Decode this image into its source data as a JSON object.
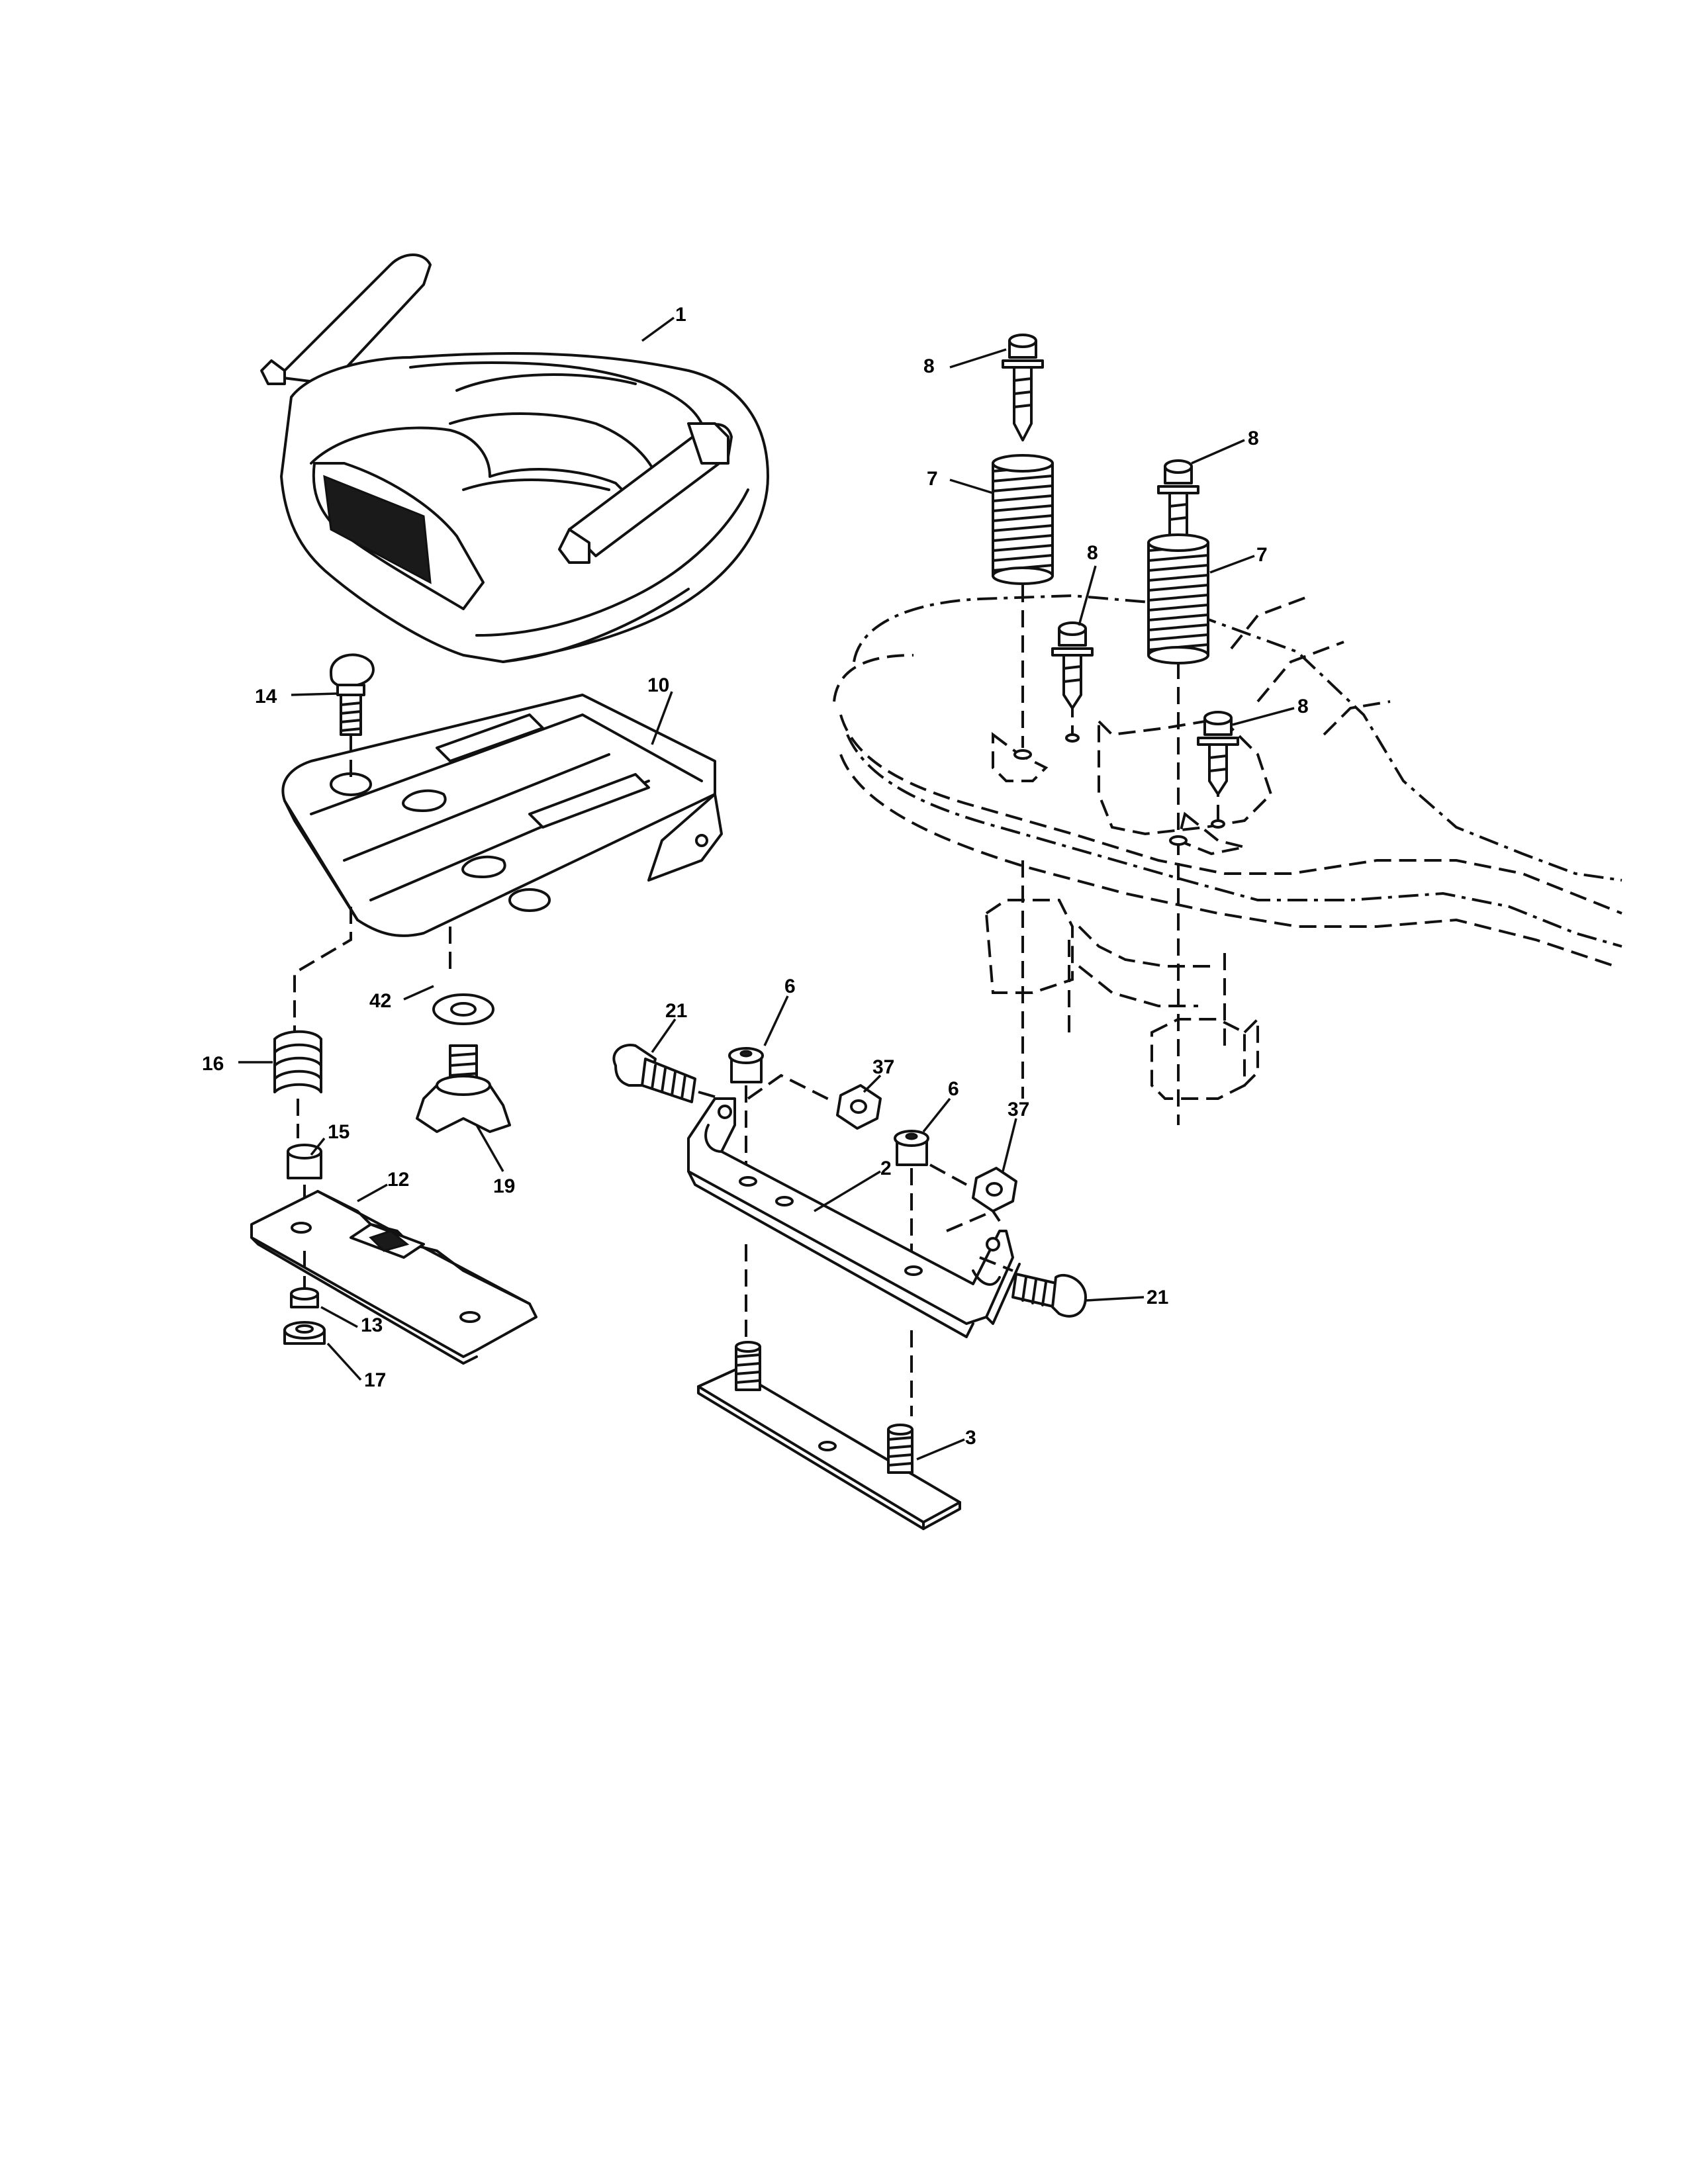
{
  "callouts": {
    "c1": "1",
    "c2": "2",
    "c3": "3",
    "c6a": "6",
    "c6b": "6",
    "c7a": "7",
    "c7b": "7",
    "c8a": "8",
    "c8b": "8",
    "c8c": "8",
    "c8d": "8",
    "c10": "10",
    "c12": "12",
    "c13": "13",
    "c14": "14",
    "c15": "15",
    "c16": "16",
    "c17": "17",
    "c19": "19",
    "c21a": "21",
    "c21b": "21",
    "c37a": "37",
    "c37b": "37",
    "c42": "42"
  }
}
